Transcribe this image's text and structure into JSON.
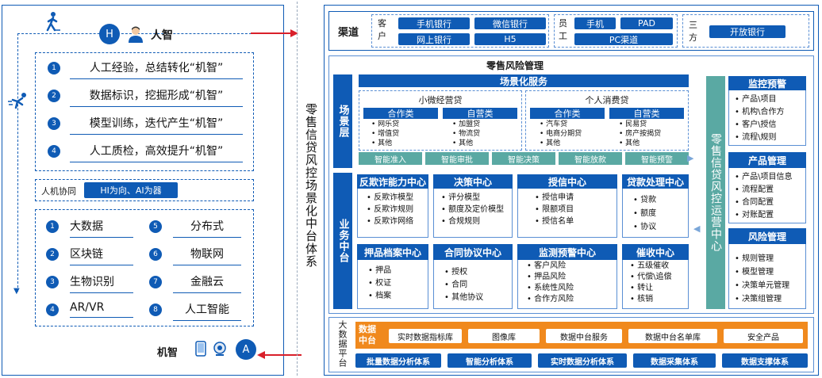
{
  "left": {
    "human_label": "人智",
    "human_badge": "H",
    "machine_label": "机智",
    "machine_badge": "A",
    "human_items": [
      {
        "num": "1",
        "text": "人工经验，总结转化“机智”"
      },
      {
        "num": "2",
        "text": "数据标识，挖掘形成“机智”"
      },
      {
        "num": "3",
        "text": "模型训练，迭代产生“机智”"
      },
      {
        "num": "4",
        "text": "人工质检，高效提升“机智”"
      }
    ],
    "collab_label": "人机协同",
    "collab_value": "HI为向、AI为器",
    "tech_left": [
      {
        "num": "1",
        "text": "大数据"
      },
      {
        "num": "2",
        "text": "区块链"
      },
      {
        "num": "3",
        "text": "生物识别"
      },
      {
        "num": "4",
        "text": "AR/VR"
      }
    ],
    "tech_right": [
      {
        "num": "5",
        "text": "分布式"
      },
      {
        "num": "6",
        "text": "物联网"
      },
      {
        "num": "7",
        "text": "金融云"
      },
      {
        "num": "8",
        "text": "人工智能"
      }
    ]
  },
  "vertical_title": "零售信贷风控场景化中台体系",
  "channels": {
    "label": "渠道",
    "customer_label": "客户",
    "customer_buttons": [
      "手机银行",
      "微信银行",
      "网上银行",
      "H5"
    ],
    "staff_label": "员工",
    "staff_buttons": [
      "手机",
      "PAD",
      "PC渠道"
    ],
    "third_label": "三方",
    "third_buttons": [
      "开放银行"
    ]
  },
  "retail_title": "零售风险管理",
  "scene": {
    "layer_label": "场景层",
    "service_title": "场景化服务",
    "groups": [
      {
        "title": "小微经营贷",
        "cols": [
          {
            "header": "合作类",
            "items": [
              "网乐贷",
              "增值贷",
              "其他"
            ]
          },
          {
            "header": "自营类",
            "items": [
              "加盟贷",
              "物流贷",
              "其他"
            ]
          }
        ]
      },
      {
        "title": "个人消费贷",
        "cols": [
          {
            "header": "合作类",
            "items": [
              "汽车贷",
              "电商分期贷",
              "其他"
            ]
          },
          {
            "header": "自营类",
            "items": [
              "民易贷",
              "房产按揭贷",
              "其他"
            ]
          }
        ]
      }
    ],
    "flow": [
      "智能准入",
      "智能审批",
      "智能决策",
      "智能放款",
      "智能预警"
    ]
  },
  "business": {
    "layer_label": "业务中台",
    "modules_top": [
      {
        "title": "反欺诈能力中心",
        "items": [
          "反欺诈模型",
          "反欺诈规则",
          "反欺诈网络"
        ]
      },
      {
        "title": "决策中心",
        "items": [
          "评分模型",
          "额度及定价模型",
          "合规规则"
        ]
      },
      {
        "title": "授信中心",
        "items": [
          "授信申请",
          "限额项目",
          "授信名单"
        ]
      },
      {
        "title": "贷款处理中心",
        "items": [
          "贷款",
          "额度",
          "协议"
        ]
      }
    ],
    "modules_bottom": [
      {
        "title": "押品档案中心",
        "items": [
          "押品",
          "权证",
          "档案"
        ]
      },
      {
        "title": "合同协议中心",
        "items": [
          "授权",
          "合同",
          "其他协议"
        ]
      },
      {
        "title": "监测预警中心",
        "items": [
          "客户风险",
          "押品风险",
          "系统性风险",
          "合作方风险"
        ]
      },
      {
        "title": "催收中心",
        "items": [
          "五级催收",
          "代偿\\追偿",
          "转让",
          "核销"
        ]
      }
    ]
  },
  "ops_center": "零售信贷风控运营中心",
  "right_panels": [
    {
      "title": "监控预警",
      "items": [
        "产品\\项目",
        "机构\\合作方",
        "客户\\授信",
        "流程\\规则"
      ]
    },
    {
      "title": "产品管理",
      "items": [
        "产品\\项目信息",
        "流程配置",
        "合同配置",
        "对账配置"
      ]
    },
    {
      "title": "风险管理",
      "items": [
        "规则管理",
        "模型管理",
        "决策单元管理",
        "决策组管理"
      ]
    }
  ],
  "bigdata": {
    "label": "大数据平台",
    "center_label": "数据中台",
    "center_items": [
      "实时数据指标库",
      "图像库",
      "数据中台服务",
      "数据中台名单库",
      "安全产品"
    ],
    "bottom_items": [
      "批量数据分析体系",
      "智能分析体系",
      "实时数据分析体系",
      "数据采集体系",
      "数据支撑体系"
    ]
  },
  "colors": {
    "primary": "#0f5bb5",
    "teal": "#5aa9a3",
    "orange": "#f0891d",
    "arrow": "#d9202a"
  }
}
